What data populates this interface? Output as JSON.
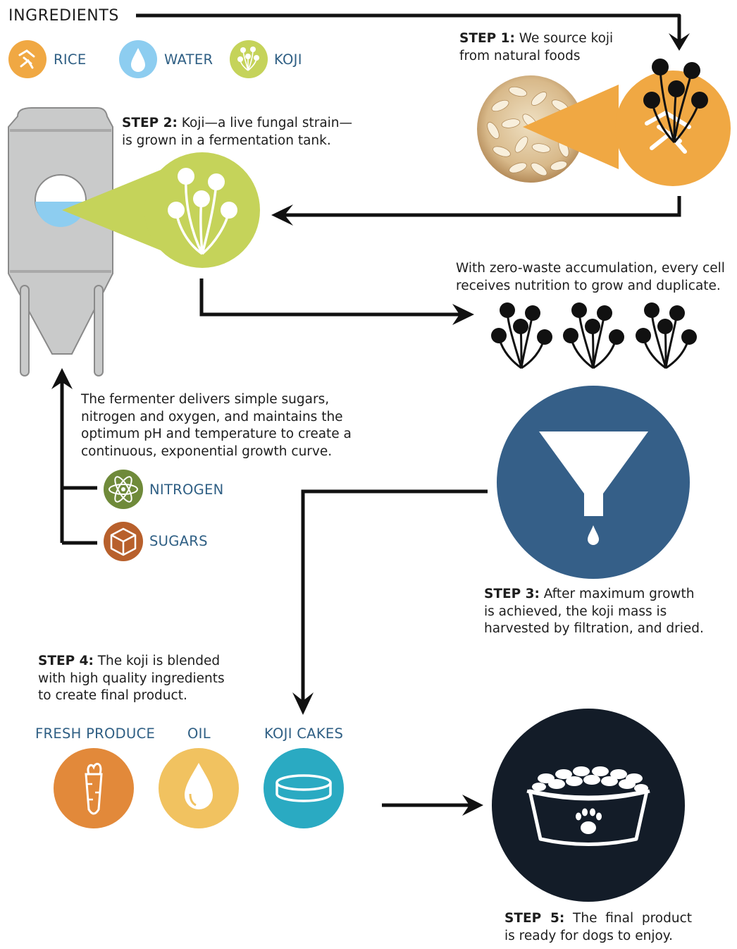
{
  "ingredients": {
    "heading": "INGREDIENTS",
    "items": [
      {
        "label": "RICE",
        "icon": "rice-icon",
        "color": "#f0a843"
      },
      {
        "label": "WATER",
        "icon": "water-drop-icon",
        "color": "#8dcdf0"
      },
      {
        "label": "KOJI",
        "icon": "koji-icon",
        "color": "#c5d35a"
      }
    ]
  },
  "step1": {
    "title": "STEP 1:",
    "text_line1": " We source koji",
    "text_line2": "from natural foods"
  },
  "step2": {
    "title": "STEP 2:",
    "text_line1": " Koji—a live fungal strain—",
    "text_line2": "is grown in a fermentation tank."
  },
  "growth": {
    "line1": "With zero-waste accumulation, every cell",
    "line2": "receives nutrition to grow and duplicate."
  },
  "fermenter": {
    "line1": "The fermenter delivers simple sugars,",
    "line2": "nitrogen and oxygen, and maintains the",
    "line3": "optimum pH and temperature to create a",
    "line4": "continuous, exponential growth curve."
  },
  "inputs": [
    {
      "label": "NITROGEN",
      "icon": "atom-icon",
      "color": "#6f8a3a"
    },
    {
      "label": "SUGARS",
      "icon": "cube-icon",
      "color": "#b8602c"
    }
  ],
  "step3": {
    "title": "STEP 3:",
    "text_line1": " After maximum growth",
    "text_line2": "is achieved, the koji mass is",
    "text_line3": "harvested by filtration, and dried.",
    "icon": "funnel-icon",
    "color": "#355f88"
  },
  "step4": {
    "title": "STEP 4:",
    "text_line1": " The koji is blended",
    "text_line2": "with high quality ingredients",
    "text_line3": "to create final product."
  },
  "products": [
    {
      "label": "FRESH PRODUCE",
      "icon": "carrot-icon",
      "color": "#e2893a"
    },
    {
      "label": "OIL",
      "icon": "oil-drop-icon",
      "color": "#f1c260"
    },
    {
      "label": "KOJI CAKES",
      "icon": "koji-cake-icon",
      "color": "#2aaac2"
    }
  ],
  "step5": {
    "title": "STEP  5:",
    "text_line1": "  The  final  product",
    "text_line2": "is ready for dogs to enjoy.",
    "icon": "dog-bowl-icon",
    "color": "#131c28"
  }
}
